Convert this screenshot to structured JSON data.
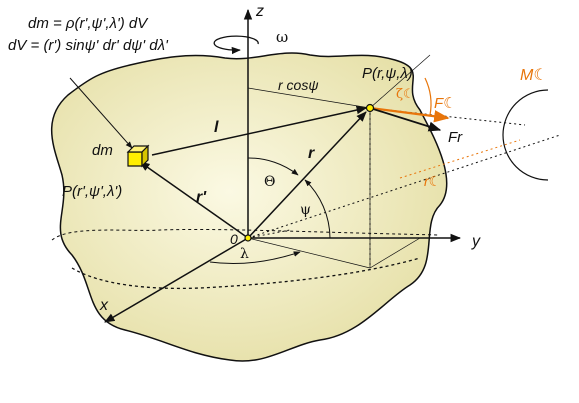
{
  "dm_eq_1": "dm = ρ(r',ψ',λ') dV",
  "dm_eq_2": "dV = (r') sinψ' dr' dψ' dλ'",
  "dm_label": "dm",
  "p_prime_label": "P(r',ψ',λ')",
  "p_label": "P(r,ψ,λ)",
  "r_cos_psi": "r cosψ",
  "l_vec": "l",
  "r_vec": "r",
  "r_prime_vec": "r'",
  "theta": "Θ",
  "psi": "ψ",
  "lambda": "λ",
  "origin": "0",
  "x_axis": "x",
  "y_axis": "y",
  "z_axis": "z",
  "omega": "ω",
  "zeta_moon": "ζ☾",
  "f_moon": "F☾",
  "f_r": "Fr",
  "m_moon": "M☾",
  "r_moon": "r☾",
  "colors": {
    "body_fill": "#f2eec2",
    "mass_fill": "#ffee00",
    "moon_fill": "#ffee00",
    "accent_orange": "#e8750a",
    "point_fill": "#ffee00"
  }
}
